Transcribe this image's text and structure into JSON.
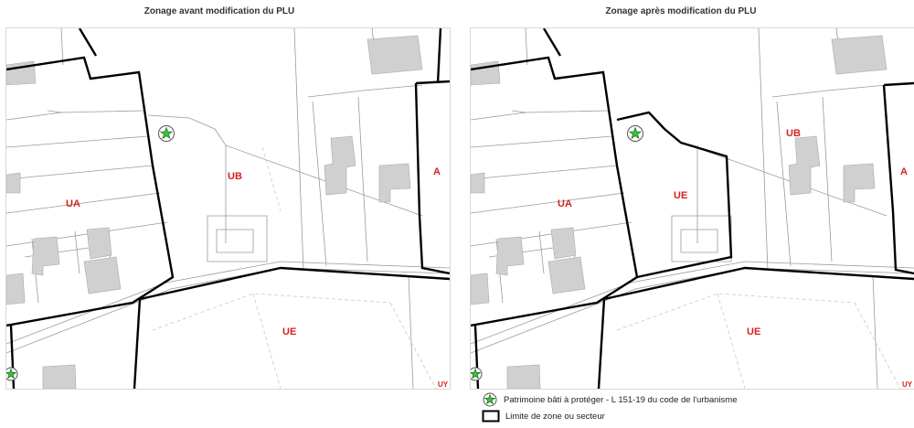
{
  "titles": {
    "before": "Zonage avant modification du PLU",
    "after": "Zonage après modification du PLU"
  },
  "zones_before": {
    "ua": "UA",
    "ub": "UB",
    "ue": "UE",
    "a": "A",
    "partial": "UY"
  },
  "zones_after": {
    "ua": "UA",
    "ub": "UB",
    "ue_south": "UE",
    "ue_new": "UE",
    "a": "A",
    "partial": "UY"
  },
  "legend": {
    "heritage": "Patrimoine bâti à protéger - L 151-19 du code de l'urbanisme",
    "boundary": "Limite de zone ou secteur"
  },
  "colors": {
    "zone_label": "#d62020",
    "zone_boundary": "#000000",
    "parcel_line": "#9a9a9a",
    "building_fill": "#d0d0d0",
    "heritage_star": "#35c43a"
  }
}
